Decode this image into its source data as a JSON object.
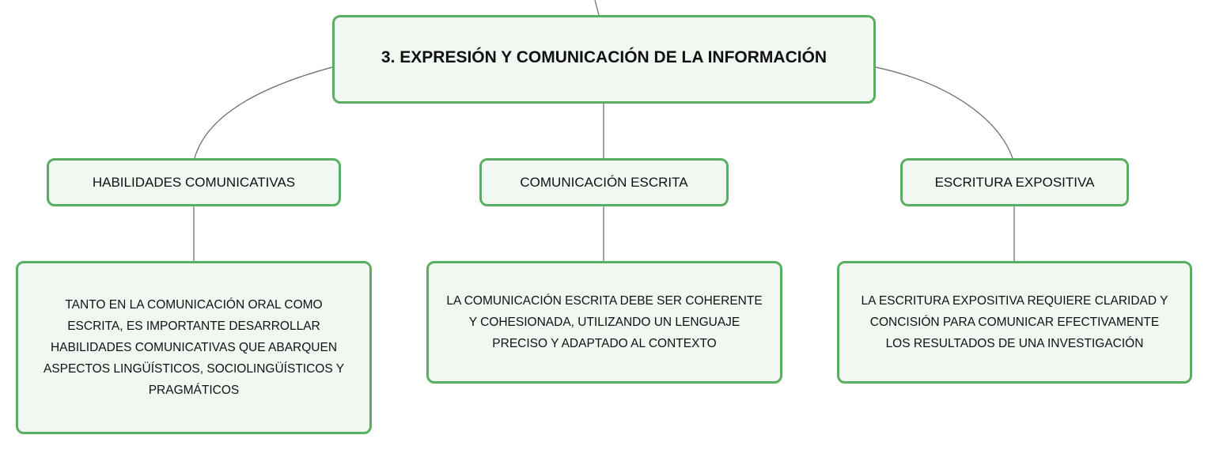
{
  "root": {
    "title": "3. EXPRESIÓN Y COMUNICACIÓN DE LA INFORMACIÓN"
  },
  "branches": [
    {
      "title": "HABILIDADES COMUNICATIVAS",
      "detail": [
        "TANTO EN LA COMUNICACIÓN ORAL COMO",
        "ESCRITA, ES IMPORTANTE DESARROLLAR",
        "HABILIDADES COMUNICATIVAS QUE ABARQUEN",
        "ASPECTOS LINGÜÍSTICOS, SOCIOLINGÜÍSTICOS Y",
        "PRAGMÁTICOS"
      ]
    },
    {
      "title": "COMUNICACIÓN ESCRITA",
      "detail": [
        "LA COMUNICACIÓN ESCRITA DEBE SER COHERENTE",
        "Y COHESIONADA, UTILIZANDO UN LENGUAJE",
        "PRECISO Y ADAPTADO AL CONTEXTO"
      ]
    },
    {
      "title": "ESCRITURA EXPOSITIVA",
      "detail": [
        "LA ESCRITURA EXPOSITIVA REQUIERE CLARIDAD Y",
        "CONCISIÓN PARA COMUNICAR EFECTIVAMENTE",
        "LOS RESULTADOS DE UNA INVESTIGACIÓN"
      ]
    }
  ],
  "colors": {
    "border": "#5aae61",
    "fill": "#f1f8f2",
    "connector": "#666666"
  }
}
